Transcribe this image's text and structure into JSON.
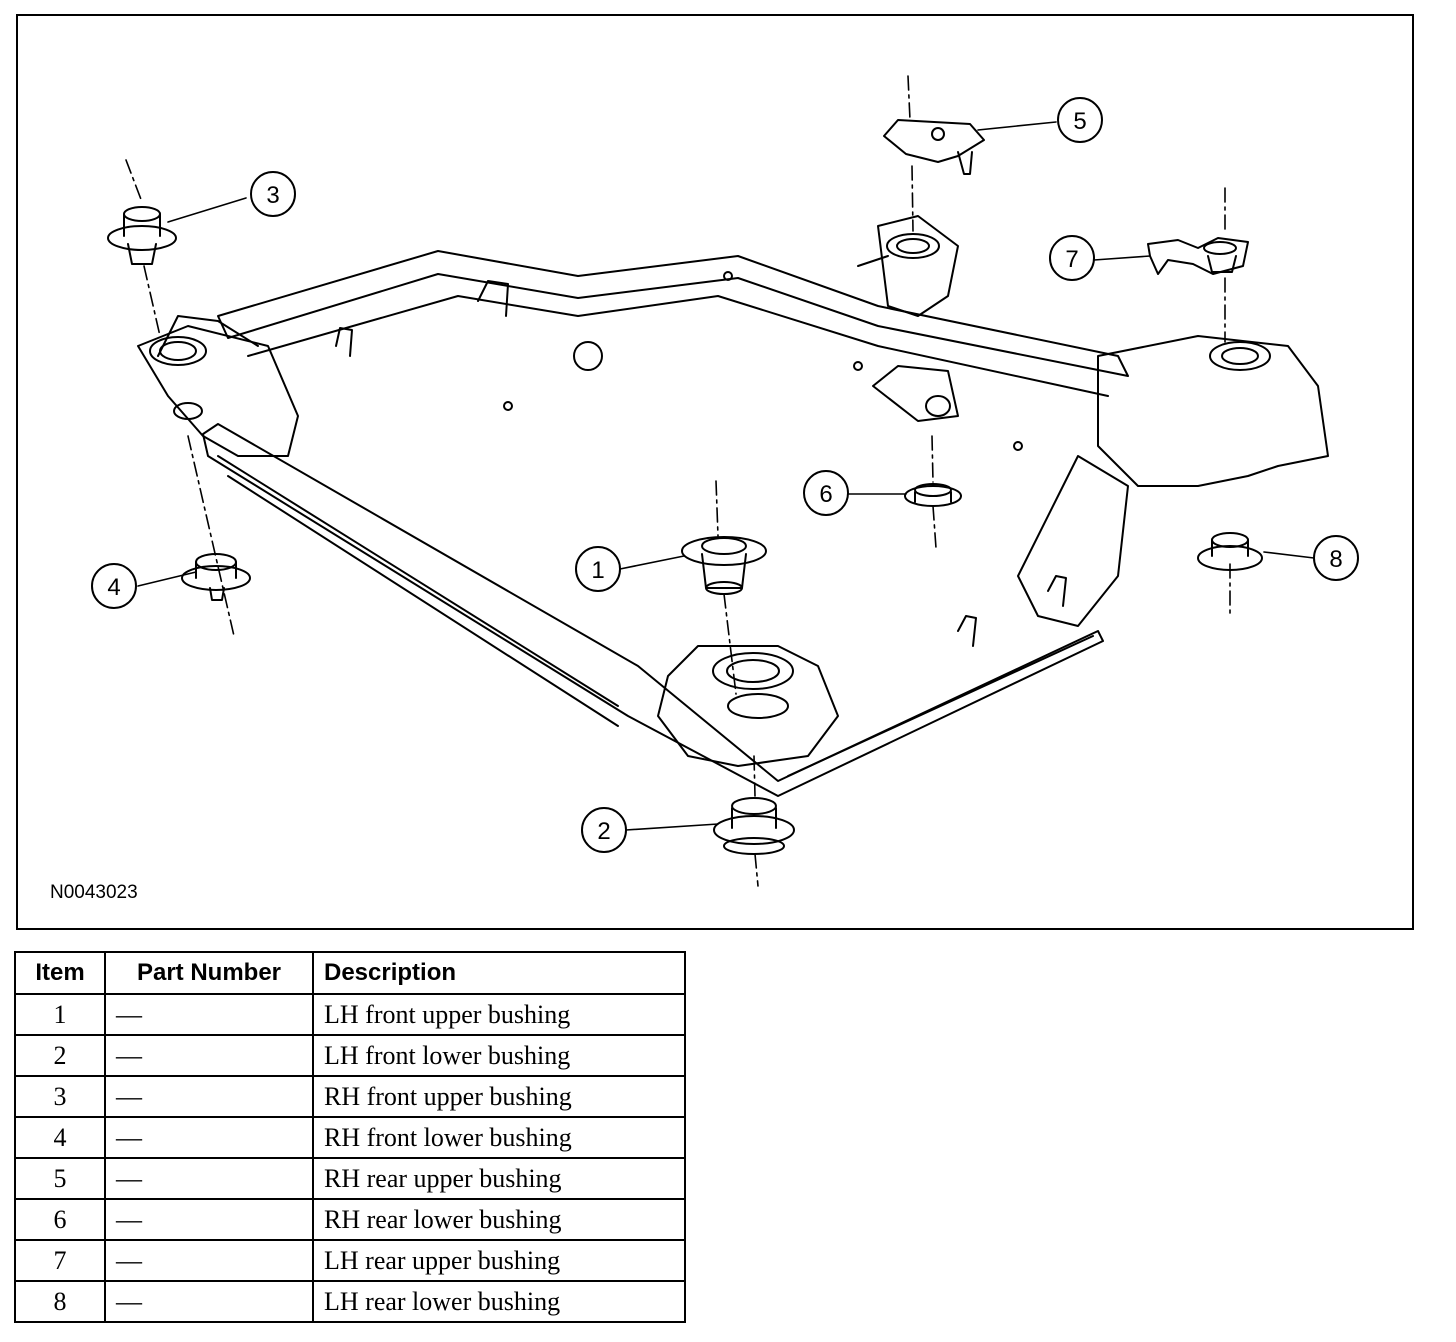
{
  "figure": {
    "id": "N0043023",
    "callouts": [
      {
        "label": "1"
      },
      {
        "label": "2"
      },
      {
        "label": "3"
      },
      {
        "label": "4"
      },
      {
        "label": "5"
      },
      {
        "label": "6"
      },
      {
        "label": "7"
      },
      {
        "label": "8"
      }
    ]
  },
  "table": {
    "headers": {
      "item": "Item",
      "part_number": "Part Number",
      "description": "Description"
    },
    "rows": [
      {
        "item": "1",
        "part_number": "—",
        "description": "LH front upper bushing"
      },
      {
        "item": "2",
        "part_number": "—",
        "description": "LH front lower bushing"
      },
      {
        "item": "3",
        "part_number": "—",
        "description": "RH front upper bushing"
      },
      {
        "item": "4",
        "part_number": "—",
        "description": "RH front lower bushing"
      },
      {
        "item": "5",
        "part_number": "—",
        "description": "RH rear upper bushing"
      },
      {
        "item": "6",
        "part_number": "—",
        "description": "RH rear lower bushing"
      },
      {
        "item": "7",
        "part_number": "—",
        "description": "LH rear upper bushing"
      },
      {
        "item": "8",
        "part_number": "—",
        "description": "LH rear lower bushing"
      }
    ]
  }
}
